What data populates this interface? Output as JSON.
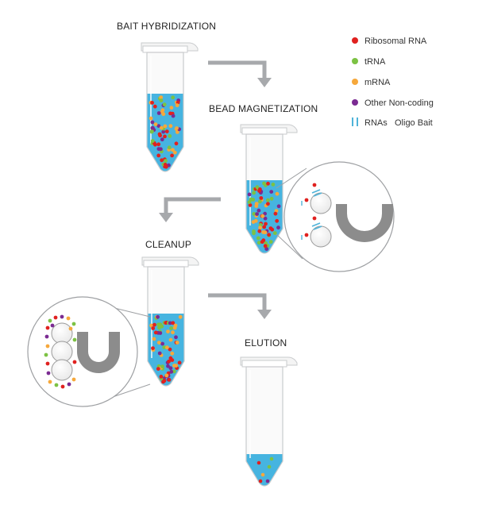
{
  "steps": {
    "bait_hybridization": "BAIT HYBRIDIZATION",
    "bead_magnetization": "BEAD MAGNETIZATION",
    "cleanup": "CLEANUP",
    "elution": "ELUTION"
  },
  "legend": {
    "items": [
      {
        "label": "Ribosomal RNA",
        "color": "#e0211f",
        "icon": "red-dot-icon"
      },
      {
        "label": "tRNA",
        "color": "#7cc243",
        "icon": "green-dot-icon"
      },
      {
        "label": "mRNA",
        "color": "#f6a83b",
        "icon": "orange-dot-icon"
      },
      {
        "label": "Other Non-coding",
        "color": "#7b2b92",
        "icon": "purple-dot-icon"
      }
    ],
    "bait": {
      "label_a": "RNAs",
      "label_b": "Oligo Bait",
      "color": "#4fb3d9",
      "icon": "oligo-bait-icon"
    }
  },
  "colors": {
    "liquid": "#46b4e0",
    "arrow": "#a7a9ac",
    "magnet": "#8c8c8c",
    "tube_outline": "#c9cbcd"
  }
}
